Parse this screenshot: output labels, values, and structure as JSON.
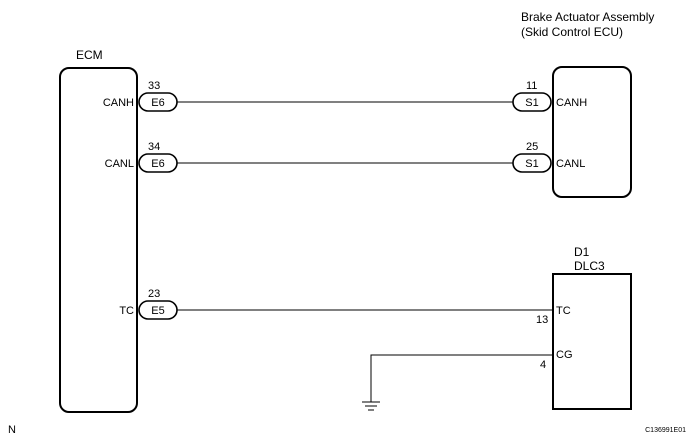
{
  "ecm": {
    "title": "ECM",
    "pins": [
      {
        "signal": "CANH",
        "number": "33",
        "connector": "E6"
      },
      {
        "signal": "CANL",
        "number": "34",
        "connector": "E6"
      },
      {
        "signal": "TC",
        "number": "23",
        "connector": "E5"
      }
    ]
  },
  "brake_actuator": {
    "title_line1": "Brake Actuator Assembly",
    "title_line2": "(Skid Control ECU)",
    "pins": [
      {
        "signal": "CANH",
        "number": "11",
        "connector": "S1"
      },
      {
        "signal": "CANL",
        "number": "25",
        "connector": "S1"
      }
    ]
  },
  "dlc3": {
    "title_line1": "D1",
    "title_line2": "DLC3",
    "pins": [
      {
        "signal": "TC",
        "number": "13"
      },
      {
        "signal": "CG",
        "number": "4"
      }
    ]
  },
  "footer": {
    "left_mark": "N",
    "figure_id": "C136991E01"
  }
}
